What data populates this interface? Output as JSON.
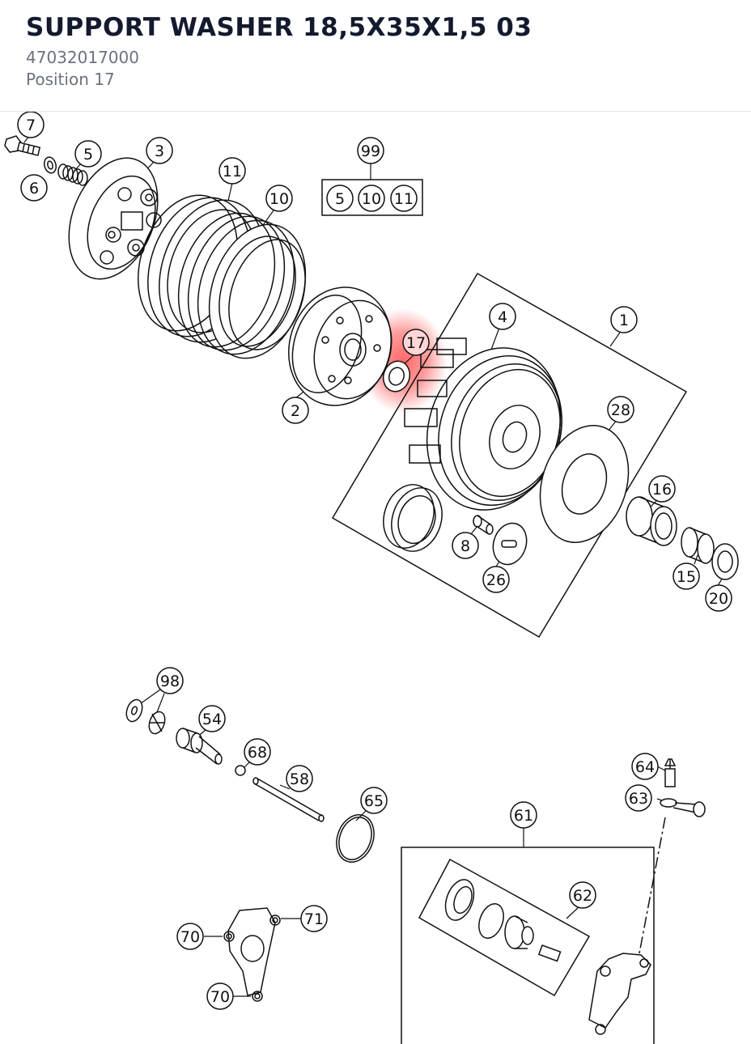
{
  "header": {
    "title": "SUPPORT WASHER 18,5X35X1,5 03",
    "part_number": "47032017000",
    "position": "Position 17"
  },
  "diagram": {
    "highlighted_position": "17",
    "highlight_color": "#ff4d4d",
    "callouts": [
      "7",
      "6",
      "5",
      "3",
      "11",
      "10",
      "99",
      "4",
      "1",
      "17",
      "2",
      "28",
      "16",
      "8",
      "26",
      "15",
      "20",
      "98",
      "54",
      "68",
      "58",
      "65",
      "61",
      "64",
      "63",
      "62",
      "71",
      "70",
      "70"
    ],
    "kit_99_contents": [
      "5",
      "10",
      "11"
    ]
  }
}
